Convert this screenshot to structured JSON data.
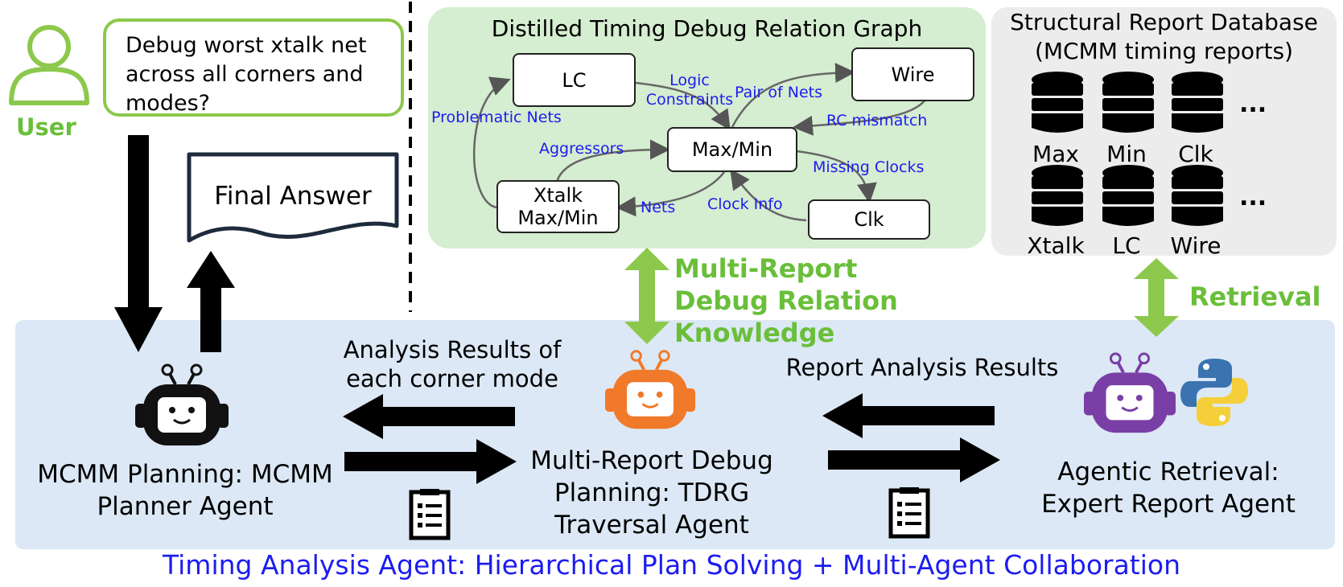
{
  "user": {
    "label": "User",
    "query": "Debug worst xtalk net across all corners and modes?"
  },
  "final_answer": "Final Answer",
  "graph": {
    "title": "Distilled Timing Debug Relation Graph",
    "nodes": {
      "lc": "LC",
      "wire": "Wire",
      "maxmin": "Max/Min",
      "xtalk": "Xtalk Max/Min",
      "clk": "Clk"
    },
    "edges": {
      "logic_constraints": "Logic Constraints",
      "pair_of_nets": "Pair of Nets",
      "rc_mismatch": "RC mismatch",
      "missing_clocks": "Missing Clocks",
      "clock_info": "Clock Info",
      "nets": "Nets",
      "aggressors": "Aggressors",
      "problematic_nets": "Problematic Nets"
    }
  },
  "database": {
    "title_line1": "Structural Report Database",
    "title_line2": "(MCMM timing reports)",
    "row1": [
      "Max",
      "Min",
      "Clk"
    ],
    "row2": [
      "Xtalk",
      "LC",
      "Wire"
    ],
    "ellipsis": "..."
  },
  "knowledge_label": "Multi-Report Debug Relation Knowledge",
  "retrieval_label": "Retrieval",
  "analysis_results_label": "Analysis Results of each corner mode",
  "report_results_label": "Report Analysis Results",
  "agents": {
    "planner": "MCMM Planning: MCMM Planner Agent",
    "tdrg": "Multi-Report Debug Planning: TDRG Traversal Agent",
    "retrieval": "Agentic Retrieval: Expert Report Agent"
  },
  "caption": "Timing Analysis Agent: Hierarchical Plan Solving + Multi-Agent Collaboration",
  "colors": {
    "green": "#6abf3a",
    "blue_text": "#1c1cf0",
    "orange_robot": "#f07a2a",
    "purple_robot": "#7a3fa6",
    "black_robot": "#111111"
  }
}
